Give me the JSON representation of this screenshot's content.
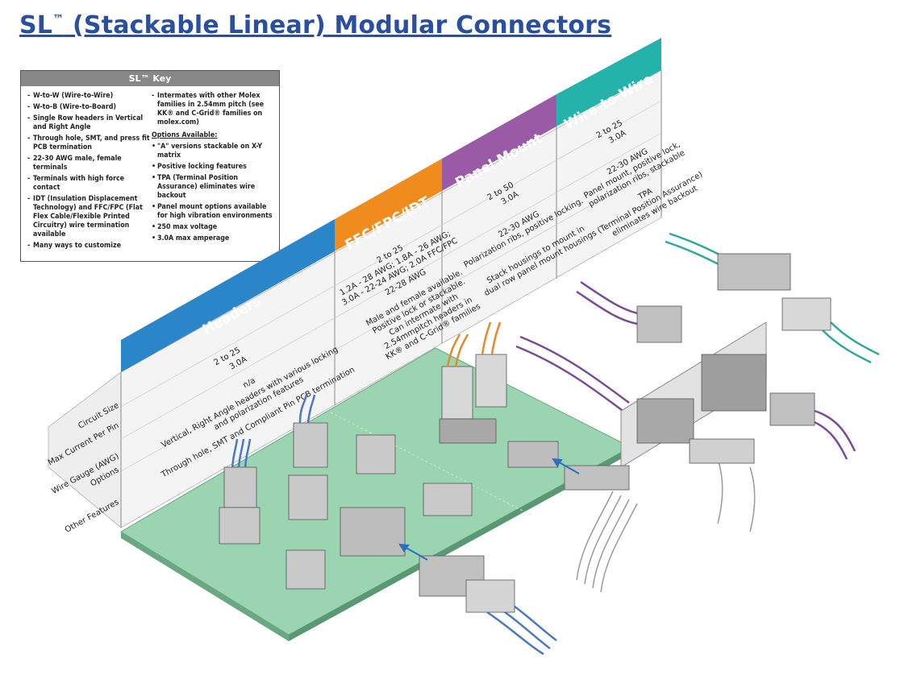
{
  "title": {
    "main": "SL",
    "tm": "™",
    "rest": " (Stackable Linear) Modular Connectors"
  },
  "key": {
    "heading": "SL™ Key",
    "left_items": [
      "W-to-W (Wire-to-Wire)",
      "W-to-B (Wire-to-Board)",
      "Single Row headers in Vertical and Right Angle",
      "Through hole, SMT, and press fit PCB termination",
      "22-30 AWG male, female terminals",
      "Terminals with high force contact",
      "IDT (Insulation Displacement Technology) and FFC/FPC (Flat Flex Cable/Flexible Printed Circuitry) wire termination available",
      "Many ways to customize"
    ],
    "right_intro": "Intermates with other Molex families in 2.54mm pitch (see KK® and C-Grid® families on molex.com)",
    "options_heading": "Options Available:",
    "options": [
      "\"A\" versions stackable on X-Y matrix",
      "Positive locking features",
      "TPA (Terminal Position Assurance) eliminates wire backout",
      "Panel mount options available for high vibration environments",
      "250 max voltage",
      "3.0A max amperage"
    ]
  },
  "row_labels": [
    "Circuit Size",
    "Max Current Per Pin",
    "Wire Gauge (AWG)",
    "Options",
    "Other Features"
  ],
  "columns": [
    {
      "name": "Headers",
      "color": "#2b86c9",
      "lines": [
        "2 to 25",
        "3.0A",
        "",
        "n/a",
        "Vertical,  Right Angle headers with various locking",
        "and polarization features",
        "Through hole, SMT and Compliant Pin PCB termination"
      ]
    },
    {
      "name": "FFC/FPC/IDT",
      "color": "#f08b1d",
      "lines": [
        "2 to 25",
        "1.2A - 28 AWG; 1.8A - 26 AWG;",
        "3.0A - 22-24 AWG; 2.0A FFC/FPC",
        "22-28 AWG",
        "Male and female available.",
        "Positive lock or stackable.",
        "Can intermate with",
        "2.54mmpitch headers in",
        "KK® and C-Grid® families"
      ]
    },
    {
      "name": "Panel Mount",
      "color": "#9b5aa6",
      "lines": [
        "2 to 50",
        "3.0A",
        "22-30 AWG",
        "Polarization ribs, positive locking.",
        "Stack housings to mount in",
        "dual row panel mount housings"
      ]
    },
    {
      "name": "Wire-to-Wire",
      "color": "#23b3aa",
      "lines": [
        "2 to 25",
        "3.0A",
        "22-30 AWG",
        "Panel mount, positive lock,",
        "polarization ribs, stackable",
        "TPA",
        "(Terminal Position Assurance)",
        "eliminates wire backout"
      ]
    }
  ],
  "colors": {
    "title": "#2b4fa0",
    "board": "#9bd4b0",
    "wire_blue": "#4a78c4",
    "wire_purple": "#7a4a9a",
    "wire_teal": "#2aa99a",
    "wire_orange": "#e58a2a"
  }
}
